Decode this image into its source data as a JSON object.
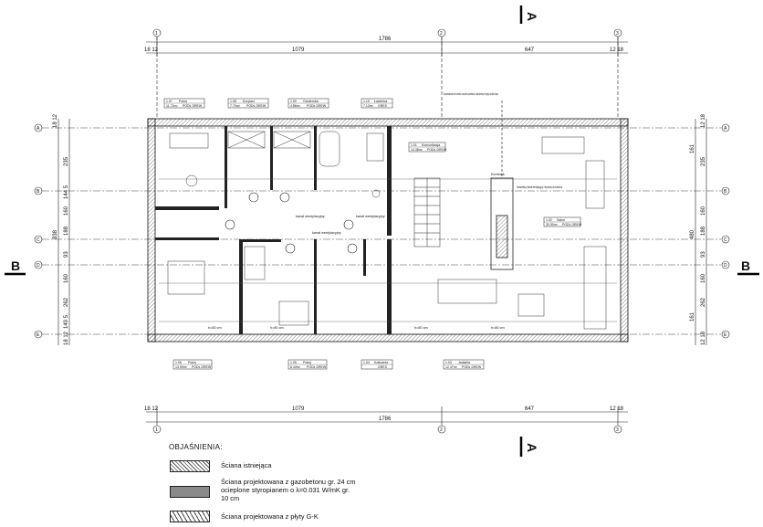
{
  "dimensions": {
    "overall": "1786",
    "left_span": "1079",
    "right_span": "647",
    "edge_left": "18 12",
    "edge_right": "12 18",
    "overall_bottom": "1786",
    "left_span_bottom": "1079",
    "right_span_bottom": "647"
  },
  "left_side_dims": [
    "18 12",
    "235",
    "144 5",
    "160",
    "188",
    "93",
    "160",
    "262",
    "149 5",
    "18 12"
  ],
  "left_total": "838",
  "right_side_dims": [
    "12 18",
    "161",
    "235",
    "160",
    "188",
    "93",
    "160",
    "262",
    "161",
    "12 18"
  ],
  "right_mid": "480",
  "axes_cols": [
    "1",
    "2",
    "3"
  ],
  "axes_rows": [
    "A",
    "B",
    "C",
    "D",
    "E"
  ],
  "section_markers": {
    "top": "A",
    "bottom": "A",
    "left": "B",
    "right": "B"
  },
  "rooms_top": [
    {
      "code": "1.07",
      "name": "Pokój",
      "area": "11.71m²",
      "floor": "PODŁ DREW"
    },
    {
      "code": "1.08",
      "name": "Korytarz",
      "area": "7.70m²",
      "floor": "PODŁ DREW"
    },
    {
      "code": "1.09",
      "name": "Garderoba",
      "area": "4.86m²",
      "floor": "PODŁ DREW"
    },
    {
      "code": "1.10",
      "name": "Łazienka",
      "area": "7.12m²",
      "floor": "GRES"
    }
  ],
  "rooms_bottom": [
    {
      "code": "1.06",
      "name": "Pokój",
      "area": "13.99m²",
      "floor": "PODŁ DREW"
    },
    {
      "code": "1.05",
      "name": "Pokój",
      "area": "8.44m²",
      "floor": "PODŁ DREW"
    },
    {
      "code": "1.04",
      "name": "Kotłownia",
      "area": "",
      "floor": "GRES"
    },
    {
      "code": "1.03",
      "name": "Jadalnia",
      "area": "12.47m²",
      "floor": "PODŁ DREW"
    }
  ],
  "rooms_inner": [
    {
      "code": "1.01",
      "name": "Komunikacja",
      "area": "14.38m²",
      "floor": "PODŁ DREW"
    },
    {
      "code": "1.02",
      "name": "Salon",
      "area": "30.30m²",
      "floor": "PODŁ DREW"
    }
  ],
  "notes": {
    "fireplace_top": "Doprowadzenie do kominka z wnętrza poddasza, kanał ułożony od góry wzdłuż stropu",
    "fireplace_label": "Kominek",
    "fireplace_duct": "Doświetlony kanał wentylacyjny i dymowy do kominka",
    "vent1": "kanał wentylacyjny",
    "vent2": "kanał wentylacyjny",
    "vent3": "kanał wentylacyjny"
  },
  "window_labels": [
    "h=80 cm",
    "h=80 cm",
    "h=80 cm",
    "h=80 cm"
  ],
  "legend": {
    "title": "OBJAŚNIENIA:",
    "items": [
      {
        "label": "Ściana istniejąca"
      },
      {
        "label": "Ściana projektowana z gazobetonu gr. 24 cm ocieplone styropianem o λ=0.031 W/mK gr. 10 cm"
      },
      {
        "label": "Ściana projektowana z płyty G-K"
      }
    ]
  }
}
